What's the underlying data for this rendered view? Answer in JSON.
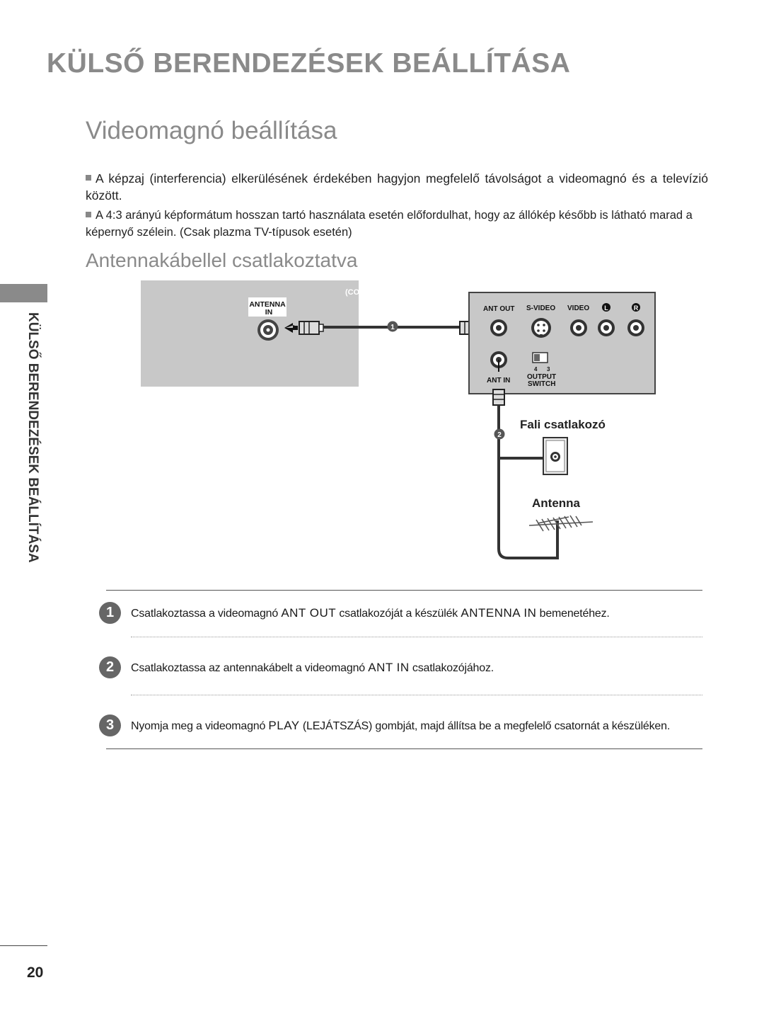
{
  "header": {
    "title": "KÜLSŐ BERENDEZÉSEK BEÁLLÍTÁSA"
  },
  "section": {
    "title": "Videomagnó beállítása"
  },
  "notes": [
    "A képzaj (interferencia) elkerülésének érdekében hagyjon megfelelő távolságot a videomagnó és a televízió között.",
    "A 4:3 arányú képformátum hosszan tartó használata esetén előfordulhat, hogy az állókép később is látható marad a képernyő szélein. (Csak plazma TV-típusok esetén)"
  ],
  "subsection": {
    "title": "Antennakábellel csatlakoztatva"
  },
  "side_label": "KÜLSŐ BERENDEZÉSEK BEÁLLÍTÁSA",
  "diagram": {
    "tv_panel": {
      "corner_text": "(CO",
      "antenna_label_1": "ANTENNA",
      "antenna_label_2": "IN"
    },
    "vcr_panel": {
      "labels": {
        "ant_out": "ANT OUT",
        "s_video": "S-VIDEO",
        "video": "VIDEO",
        "l": "L",
        "r": "R",
        "ant_in": "ANT IN",
        "output": "OUTPUT",
        "switch": "SWITCH",
        "ch4": "4",
        "ch3": "3"
      }
    },
    "callouts": {
      "one": "1",
      "two": "2"
    },
    "wall_label": "Fali csatlakozó",
    "antenna_label": "Antenna"
  },
  "steps": [
    {
      "number": "1",
      "parts": [
        "Csatlakoztassa a videomagnó ",
        "ANT OUT",
        " csatlakozóját a készülék ",
        "ANTENNA IN",
        " bemenetéhez."
      ]
    },
    {
      "number": "2",
      "parts": [
        "Csatlakoztassa az antennakábelt a videomagnó ",
        "ANT IN",
        " csatlakozójához."
      ]
    },
    {
      "number": "3",
      "parts": [
        "Nyomja meg a videomagnó ",
        "PLAY",
        " (LEJÁTSZÁS) gombját, majd állítsa be a megfelelő csatornát a készüléken."
      ]
    }
  ],
  "footer": {
    "page_number": "20"
  }
}
